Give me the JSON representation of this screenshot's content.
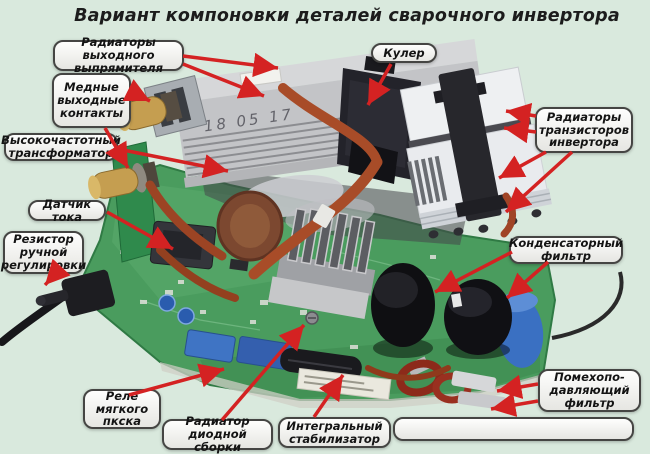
{
  "title": "Вариант компоновки деталей сварочного инвертора",
  "photo": {
    "heatsink_date": "18 05 17"
  },
  "labels": {
    "output_rectifier_radiators": "Радиаторы выходного\nвыпрямителя",
    "cooler": "Кулер",
    "copper_output_contacts": "Медные\nвыходные\nконтакты",
    "inverter_transistor_radiators": "Радиаторы\nтранзисторов\nинвертора",
    "hf_transformer": "Высокочастотный\nтрансформатор",
    "current_sensor": "Датчик тока",
    "manual_adjustment_resistor": "Резистор\nручной\nрегулировки",
    "capacitor_filter": "Конденсаторный\nфильтр",
    "noise_suppression_filter": "Помехопо-\nдавляющий\nфильтр",
    "soft_start_relay": "Реле\nмягкого\nпкска",
    "diode_assembly_radiator": "Радиатор\nдиодной сборки",
    "integral_stabilizer": "Интегральный\nстабилизатор"
  },
  "colors": {
    "background": "#d9e9dd",
    "title_text": "#1c1c1c",
    "label_background": "#f2f2ee",
    "label_border": "#454543",
    "label_text": "#141414",
    "arrow_red": "#d42222",
    "pcb_green": "#4a9c5e",
    "heatsink_gray": "#c3c4c7",
    "heatsink_white": "#edeff2",
    "cooler_black": "#23232a",
    "brass": "#c59e50",
    "capacitor_black": "#101014",
    "wire_red": "#a84c28",
    "component_blue": "#3f74c4"
  }
}
